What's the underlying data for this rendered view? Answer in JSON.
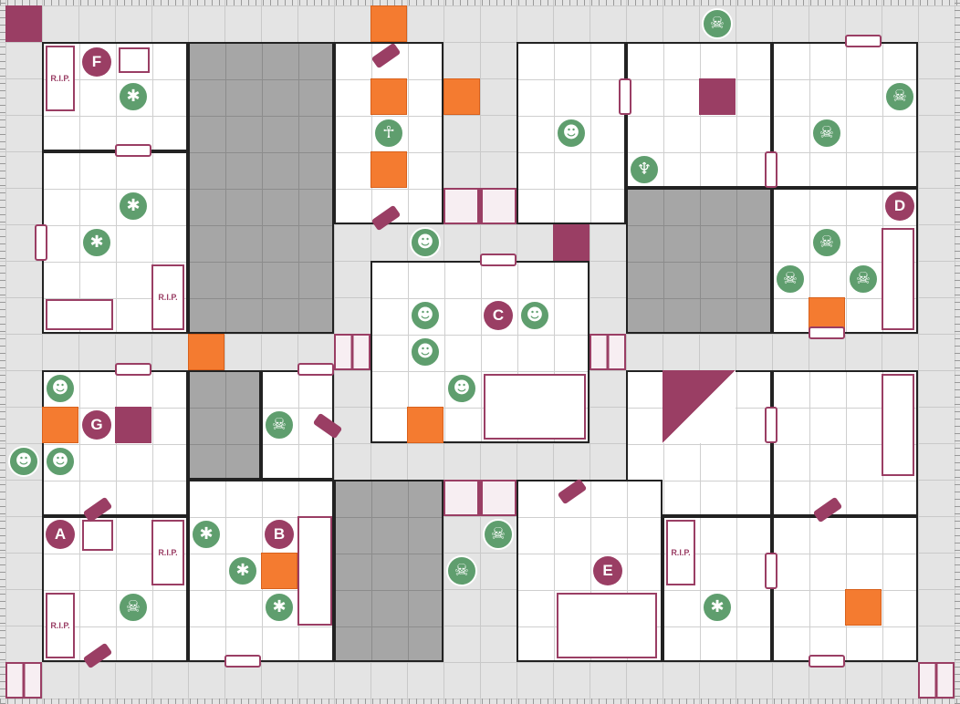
{
  "board": {
    "name": "dungeon-map",
    "colors": {
      "corridor": "#e4e4e4",
      "room_floor": "#ffffff",
      "solid_rock": "#a6a6a6",
      "monster_token": "#5f9e6e",
      "room_label": "#9a3e64",
      "furniture": "#9a3e64",
      "trap_tile": "#f47b30"
    }
  },
  "room_labels": {
    "a": "A",
    "b": "B",
    "c": "C",
    "d": "D",
    "e": "E",
    "f": "F",
    "g": "G"
  },
  "furniture_text": {
    "tomb": "R.I.P."
  },
  "icons": {
    "skull": "skull-icon",
    "spider": "spider-icon",
    "orc": "orc-icon",
    "goblin": "goblin-icon",
    "mummy": "mummy-icon",
    "door": "door-icon",
    "rubble": "rubble-icon",
    "fireplace": "fireplace-icon",
    "pit": "pit-trap-icon",
    "spear": "spear-trap-icon",
    "chest": "chest-icon"
  }
}
